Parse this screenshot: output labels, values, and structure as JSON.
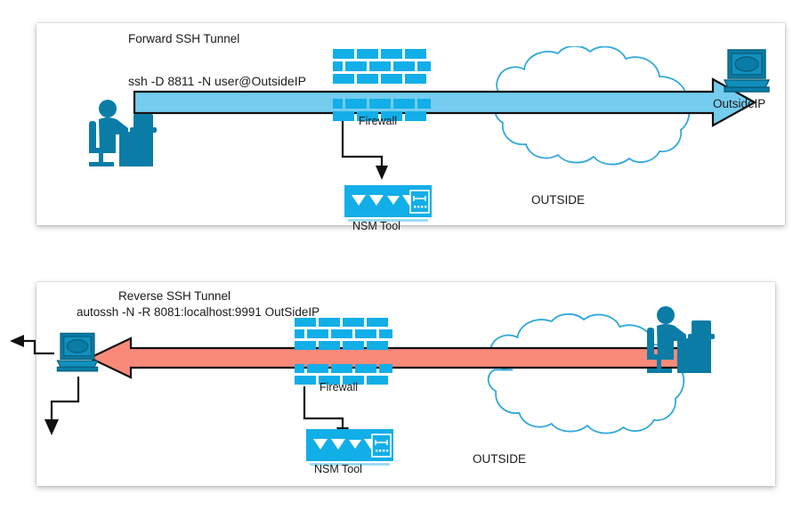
{
  "diagram": {
    "title_hidden": "",
    "colors": {
      "tunnel_forward": "#74CDEE",
      "tunnel_reverse": "#F98A7A",
      "firewall_brick": "#12AEE8",
      "nsm_body": "#12AEE8",
      "cloud_stroke": "#2FA8DC",
      "icon_teal": "#0B7CA6",
      "icon_teal_dark": "#07617F",
      "outline": "#1a1a1a",
      "text": "#1a1a1a"
    },
    "panels": [
      {
        "id": "forward",
        "name": "forward-ssh-tunnel-panel",
        "heading": "Forward SSH Tunnel",
        "command": "ssh -D  8811 -N user@OutsideIP",
        "firewall_label": "Firewall",
        "nsm_label": "NSM Tool",
        "zone_label": "OUTSIDE",
        "endpoint_label": "OutsideIP",
        "arrow_direction": "right",
        "arrow_color": "#74CDEE"
      },
      {
        "id": "reverse",
        "name": "reverse-ssh-tunnel-panel",
        "heading": "Reverse SSH Tunnel",
        "command": "autossh  -N -R 8081:localhost:9991 OutSideIP",
        "firewall_label": "Firewall",
        "nsm_label": "NSM Tool",
        "zone_label": "OUTSIDE",
        "endpoint_label": "",
        "arrow_direction": "left",
        "arrow_color": "#F98A7A"
      }
    ],
    "icons": {
      "person_at_desk": "person-at-desk-icon",
      "computer": "computer-icon",
      "cloud": "cloud-icon",
      "firewall": "firewall-brick-icon",
      "nsm_tool": "nsm-tool-appliance-icon"
    }
  }
}
